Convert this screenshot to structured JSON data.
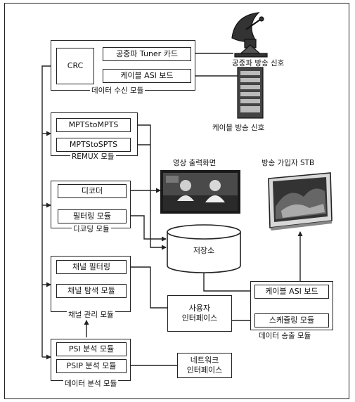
{
  "modules": {
    "receive": {
      "caption": "데이터 수신 모듈",
      "crc": "CRC",
      "terrestrial_card": "공중파 Tuner 카드",
      "cable_board": "케이블 ASI 보드"
    },
    "remux": {
      "caption": "REMUX 모듈",
      "mpts_to_mpts": "MPTStoMPTS",
      "mpts_to_spts": "MPTStoSPTS"
    },
    "decoding": {
      "caption": "디코딩 모듈",
      "decoder": "디코더",
      "filtering": "필터링 모듈"
    },
    "channel": {
      "caption": "채널 관리 모듈",
      "channel_filtering": "채널 필터링",
      "channel_search": "채널 탐색 모듈"
    },
    "analysis": {
      "caption": "데이터 분석 모듈",
      "psi": "PSI 분석 모듈",
      "psip": "PSIP 분석 모듈"
    },
    "transmit": {
      "caption": "데이터 송출 모듈",
      "cable_board": "케이블 ASI 보드",
      "scheduling": "스케쥴링 모듈"
    }
  },
  "standalone": {
    "storage": "저장소",
    "user_interface": "사용자\n인터페이스",
    "network_interface": "네트워크\n인터페이스"
  },
  "external": {
    "terrestrial_signal": "공중파 방송 신호",
    "cable_signal": "케이블 방송 신호",
    "video_output": "영상 출력화면",
    "subscriber_stb": "방송 가입자 STB"
  }
}
